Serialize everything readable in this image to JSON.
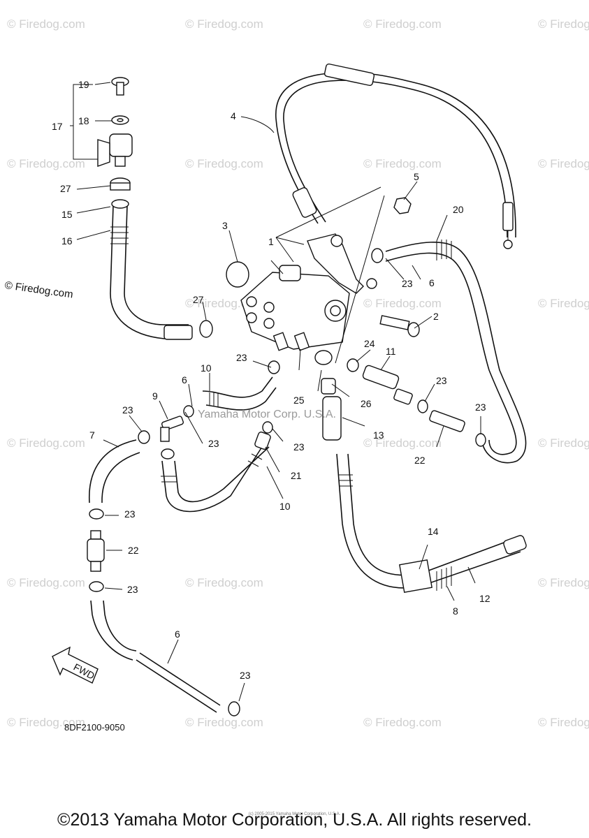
{
  "watermark": {
    "tile_text": "© Firedog.com",
    "side_text": "© Firedog.com",
    "center_text": "Yamaha Motor Corp. U.S.A."
  },
  "diagram_code": "8DF2100-9050",
  "fwd_label": "FWD",
  "callouts": {
    "c1": "1",
    "c2": "2",
    "c3": "3",
    "c4": "4",
    "c5": "5",
    "c6a": "6",
    "c6b": "6",
    "c6c": "6",
    "c7": "7",
    "c8": "8",
    "c9": "9",
    "c10a": "10",
    "c10b": "10",
    "c11": "11",
    "c12": "12",
    "c13": "13",
    "c14": "14",
    "c15": "15",
    "c16": "16",
    "c17": "17",
    "c18": "18",
    "c19": "19",
    "c20": "20",
    "c21": "21",
    "c22a": "22",
    "c22b": "22",
    "c23a": "23",
    "c23b": "23",
    "c23c": "23",
    "c23d": "23",
    "c23e": "23",
    "c23f": "23",
    "c23g": "23",
    "c23h": "23",
    "c23i": "23",
    "c23j": "23",
    "c24": "24",
    "c25": "25",
    "c26": "26",
    "c27a": "27",
    "c27b": "27"
  },
  "footer": {
    "copyright": "©2013 Yamaha Motor Corporation, U.S.A. All rights reserved.",
    "tiny": "(c) 2005-2015 Yamaha Motor Corporation, U.S.A."
  }
}
